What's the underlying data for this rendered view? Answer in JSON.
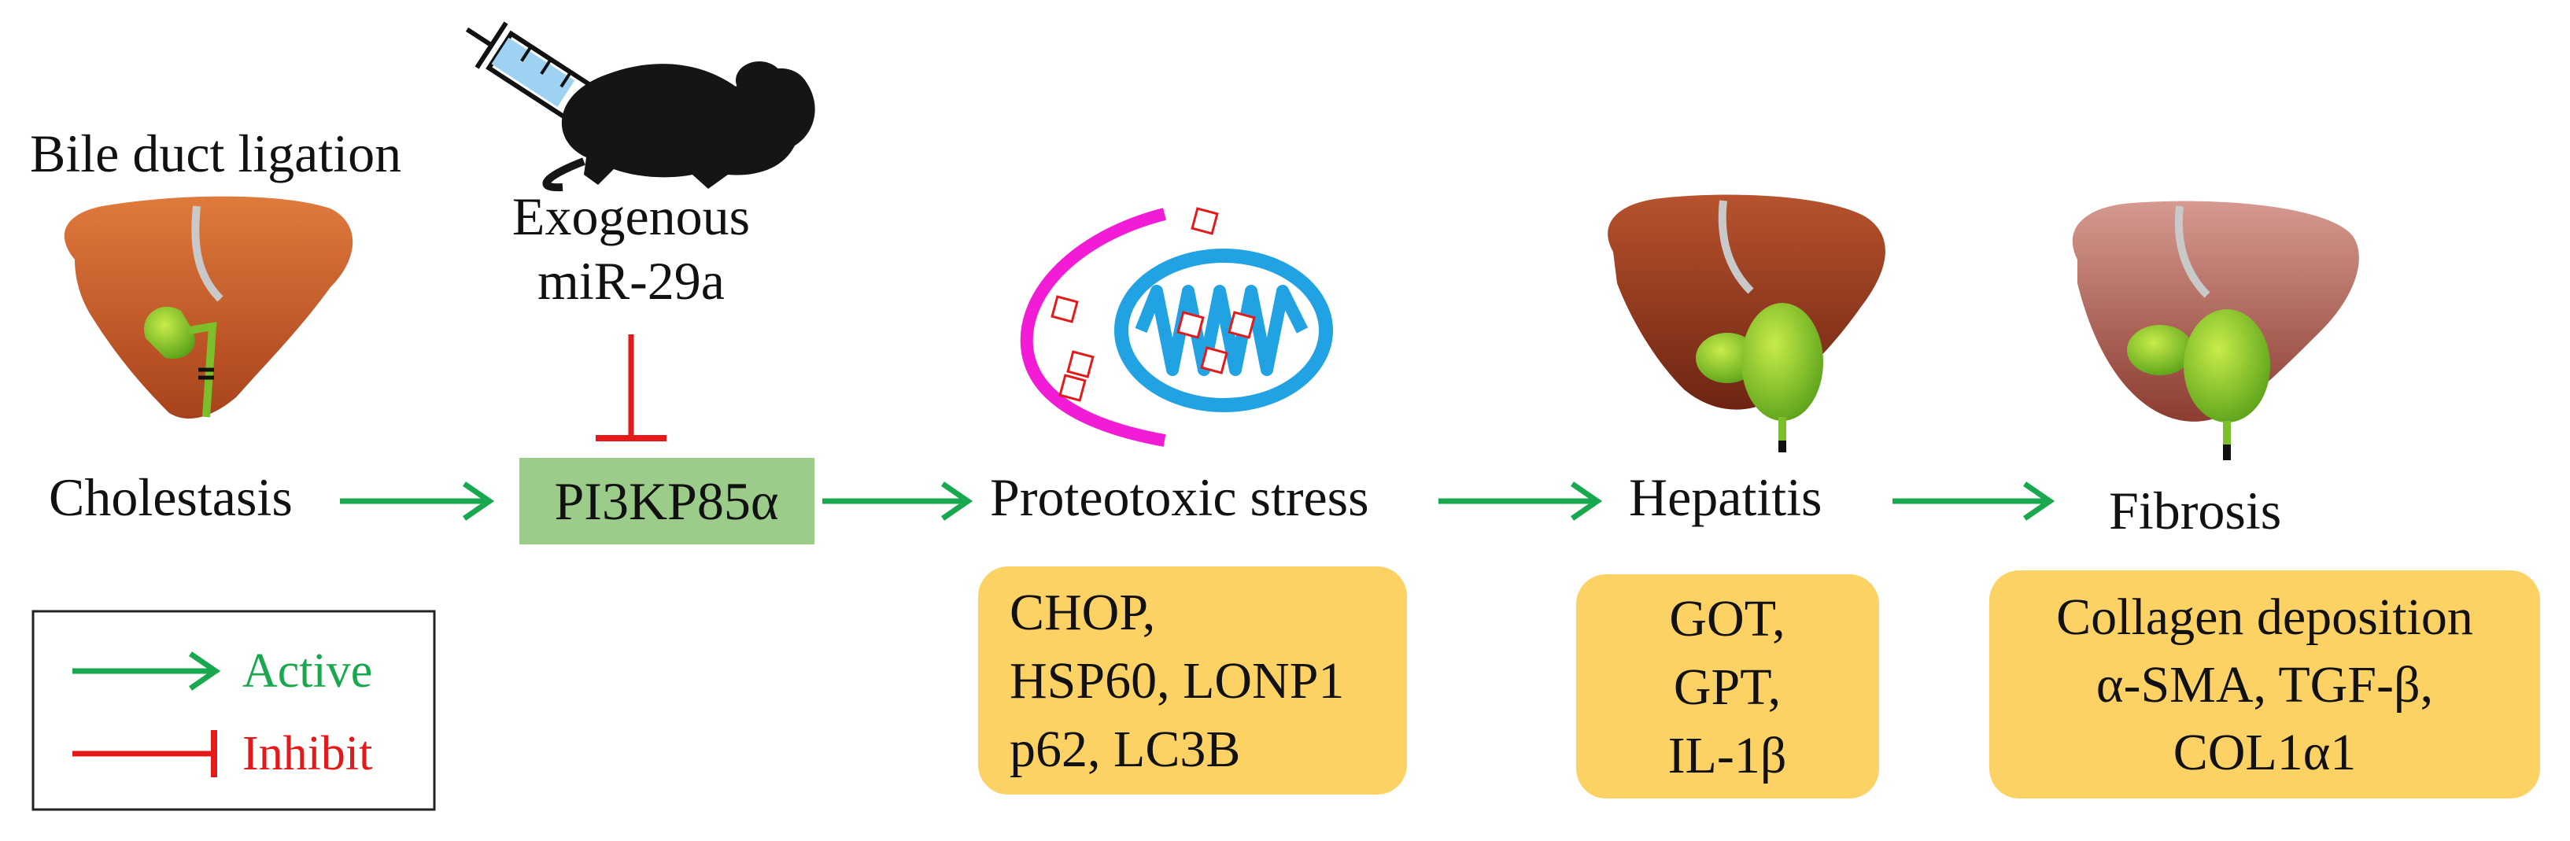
{
  "annotations": {
    "bile_duct_ligation": "Bile duct  ligation",
    "exogenous_line1": "Exogenous",
    "exogenous_line2": "miR-29a"
  },
  "pathway": {
    "cholestasis": "Cholestasis",
    "pi3k": "PI3KP85α",
    "proteotoxic_stress": "Proteotoxic stress",
    "hepatitis": "Hepatitis",
    "fibrosis": "Fibrosis"
  },
  "marker_boxes": {
    "proteotoxic": [
      "CHOP,",
      "HSP60, LONP1",
      "p62, LC3B"
    ],
    "hepatitis": [
      "GOT,",
      "GPT,",
      "IL-1β"
    ],
    "fibrosis": [
      "Collagen deposition",
      "α-SMA, TGF-β,",
      "COL1α1"
    ]
  },
  "legend": {
    "active": "Active",
    "inhibit": "Inhibit"
  },
  "colors": {
    "active_arrow": "#1aa84f",
    "inhibit": "#e41a1a",
    "pi3k_box": "#9ccc8a",
    "marker_box": "#fdd265",
    "membrane": "#f21cd6",
    "mitochondrion": "#21a3e3"
  },
  "icons": {
    "mouse": "mouse-icon",
    "syringe": "syringe-icon",
    "liver": "liver-icon",
    "mitochondrion": "mitochondrion-icon"
  }
}
